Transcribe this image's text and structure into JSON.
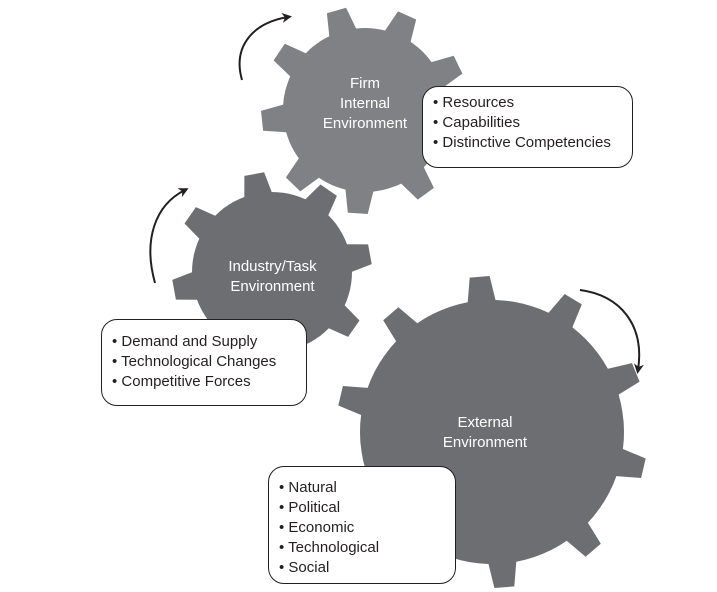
{
  "colors": {
    "firm_gear": "#808184",
    "industry_gear": "#6d6e71",
    "external_gear": "#6d6e71",
    "arrow": "#231f20"
  },
  "gears": {
    "firm": {
      "label_lines": [
        "Firm",
        "Internal",
        "Environment"
      ],
      "items": [
        "Resources",
        "Capabilities",
        "Distinctive Competencies"
      ]
    },
    "industry": {
      "label_lines": [
        "Industry/Task",
        "Environment"
      ],
      "items": [
        "Demand and Supply",
        "Technological Changes",
        "Competitive Forces"
      ]
    },
    "external": {
      "label_lines": [
        "External",
        "Environment"
      ],
      "items": [
        "Natural",
        "Political",
        "Economic",
        "Technological",
        "Social"
      ]
    }
  }
}
